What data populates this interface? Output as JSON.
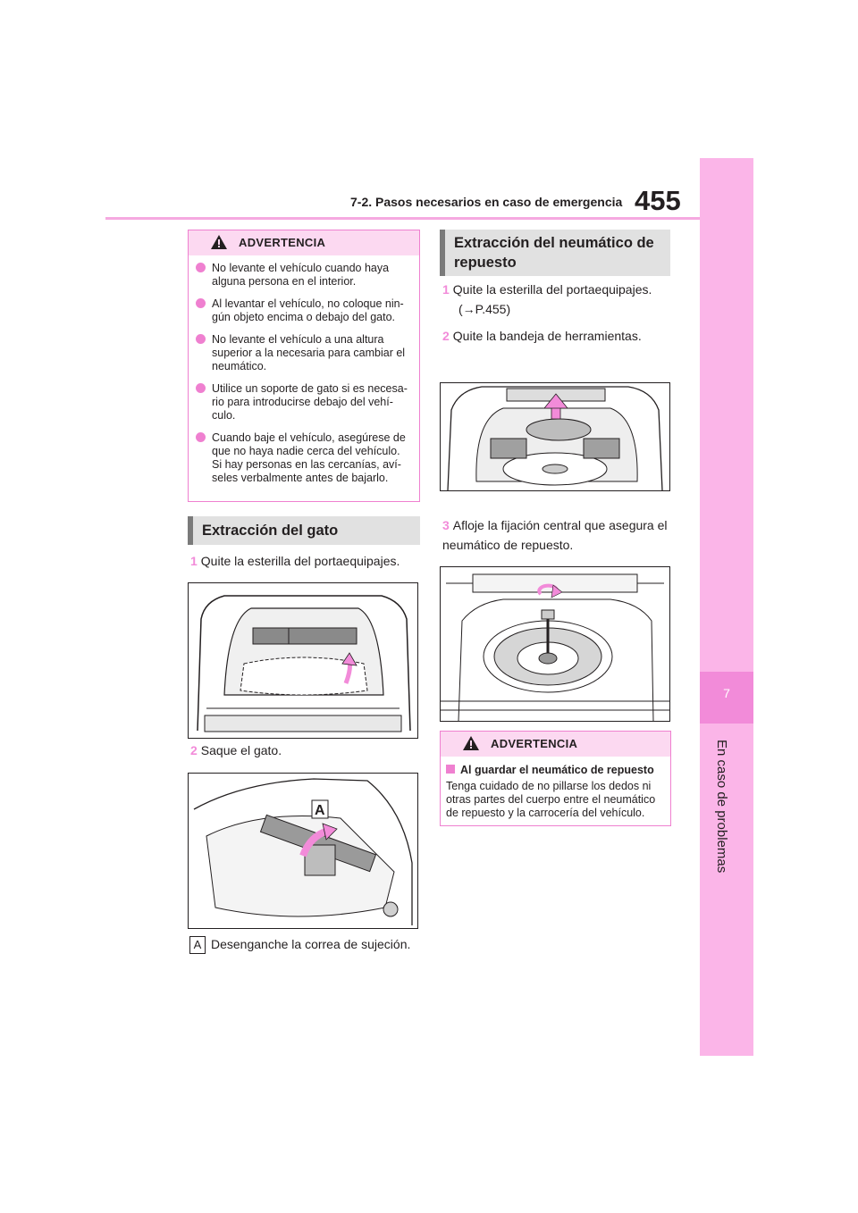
{
  "header": {
    "section_title": "7-2. Pasos necesarios en caso de emergencia",
    "page_number": "455"
  },
  "side_tab": {
    "chapter_number": "7",
    "chapter_name": "En caso de problemas"
  },
  "warning_1": {
    "title": "ADVERTENCIA",
    "items": [
      "No levante el vehículo cuando haya alguna persona en el interior.",
      "Al levantar el vehículo, no coloque nin-gún objeto encima o debajo del gato.",
      "No levante el vehículo a una altura superior a la necesaria para cambiar el neumático.",
      "Utilice un soporte de gato si es necesa-rio para introducirse debajo del vehí-culo.",
      "Cuando baje el vehículo, asegúrese de que no haya nadie cerca del vehículo. Si hay personas en las cercanías, aví-seles verbalmente antes de bajarlo."
    ]
  },
  "jack_section": {
    "heading": "Extracción del gato",
    "step1_num": "1",
    "step1": "Quite la esterilla del portaequipajes.",
    "step2_num": "2",
    "step2": "Saque el gato.",
    "callout_letter": "A",
    "callout_text": "Desenganche la correa de sujeción."
  },
  "spare_section": {
    "heading": "Extracción del neumático de repuesto",
    "step1_num": "1",
    "step1": "Quite la esterilla del portaequipajes.",
    "step1_ref": "(→P.455)",
    "step2_num": "2",
    "step2": "Quite la bandeja de herramientas.",
    "step3_num": "3",
    "step3": "Afloje la fijación central que asegura el neumático de repuesto."
  },
  "warning_2": {
    "title": "ADVERTENCIA",
    "subheading": "Al guardar el neumático de repuesto",
    "body": "Tenga cuidado de no pillarse los dedos ni otras partes del cuerpo entre el neumático de repuesto y la carrocería del vehículo."
  },
  "colors": {
    "accent_pink": "#f28bd9",
    "tab_pink": "#fbb5e8",
    "warning_header": "#fcd9f1",
    "section_gray": "#e1e1e1"
  }
}
